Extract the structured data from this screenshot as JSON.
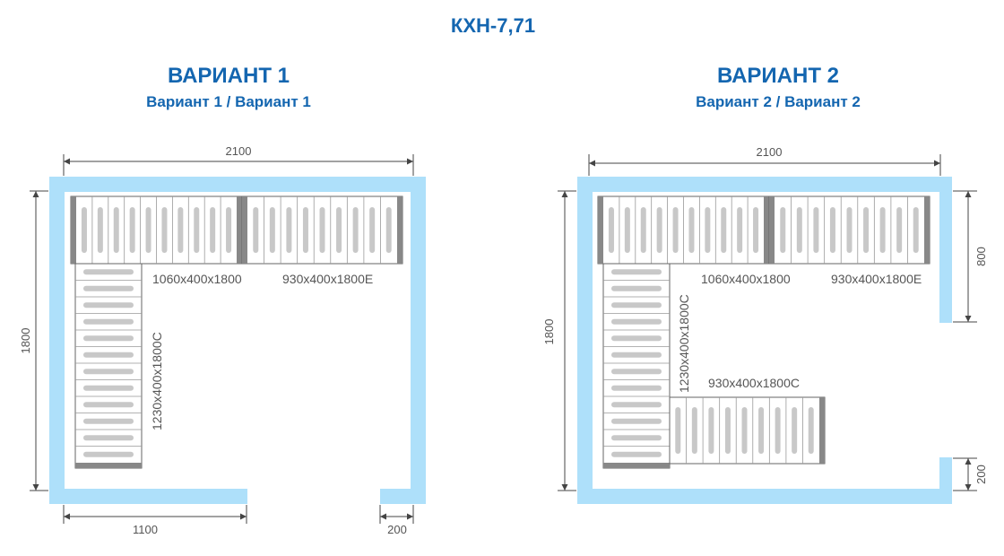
{
  "title": "КХН-7,71",
  "colors": {
    "title": "#1466b0",
    "wall": "#aee0fa",
    "shelf_bar": "#c8c8c8",
    "shelf_end": "#888888",
    "dim_text": "#555555"
  },
  "variant1": {
    "title": "ВАРИАНТ 1",
    "subtitle": "Вариант 1 / Вариант 1",
    "dims": {
      "width": "2100",
      "height": "1800",
      "door_left": "1100",
      "door_right": "200"
    },
    "shelves": {
      "a": "1060x400x1800",
      "b": "930x400x1800E",
      "c": "1230x400x1800C"
    }
  },
  "variant2": {
    "title": "ВАРИАНТ 2",
    "subtitle": "Вариант 2 / Вариант 2",
    "dims": {
      "width": "2100",
      "height": "1800",
      "right_top": "800",
      "right_bottom": "200"
    },
    "shelves": {
      "a": "1060x400x1800",
      "b": "930x400x1800E",
      "c": "1230x400x1800C",
      "d": "930x400x1800C"
    }
  }
}
